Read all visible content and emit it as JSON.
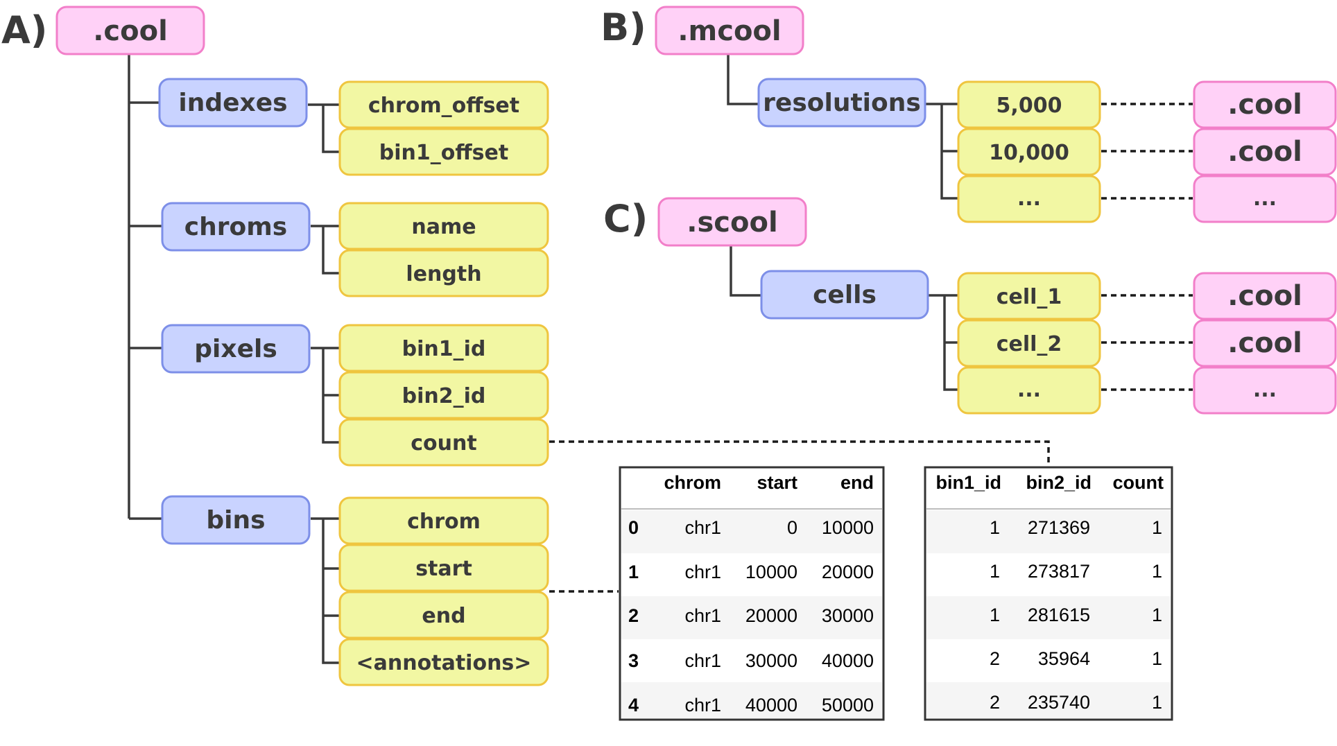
{
  "colors": {
    "root": "#ffd1f7",
    "root_stroke": "#f27fc9",
    "group": "#c9d3ff",
    "group_stroke": "#7d8fe8",
    "leaf": "#f2f7a3",
    "leaf_stroke": "#efc53f",
    "line": "#3a3a3a"
  },
  "panel_a": {
    "label": "A)",
    "root": ".cool",
    "groups": [
      {
        "name": "indexes",
        "fields": [
          "chrom_offset",
          "bin1_offset"
        ]
      },
      {
        "name": "chroms",
        "fields": [
          "name",
          "length"
        ]
      },
      {
        "name": "pixels",
        "fields": [
          "bin1_id",
          "bin2_id",
          "count"
        ]
      },
      {
        "name": "bins",
        "fields": [
          "chrom",
          "start",
          "end",
          "<annotations>"
        ]
      }
    ]
  },
  "panel_b": {
    "label": "B)",
    "root": ".mcool",
    "group": "resolutions",
    "items": [
      "5,000",
      "10,000",
      "..."
    ],
    "targets": [
      ".cool",
      ".cool",
      "..."
    ]
  },
  "panel_c": {
    "label": "C)",
    "root": ".scool",
    "group": "cells",
    "items": [
      "cell_1",
      "cell_2",
      "..."
    ],
    "targets": [
      ".cool",
      ".cool",
      "..."
    ]
  },
  "bins_table": {
    "columns": [
      "chrom",
      "start",
      "end"
    ],
    "rows": [
      {
        "index": "0",
        "chrom": "chr1",
        "start": "0",
        "end": "10000"
      },
      {
        "index": "1",
        "chrom": "chr1",
        "start": "10000",
        "end": "20000"
      },
      {
        "index": "2",
        "chrom": "chr1",
        "start": "20000",
        "end": "30000"
      },
      {
        "index": "3",
        "chrom": "chr1",
        "start": "30000",
        "end": "40000"
      },
      {
        "index": "4",
        "chrom": "chr1",
        "start": "40000",
        "end": "50000"
      }
    ]
  },
  "pixels_table": {
    "columns": [
      "bin1_id",
      "bin2_id",
      "count"
    ],
    "rows": [
      {
        "bin1_id": "1",
        "bin2_id": "271369",
        "count": "1"
      },
      {
        "bin1_id": "1",
        "bin2_id": "273817",
        "count": "1"
      },
      {
        "bin1_id": "1",
        "bin2_id": "281615",
        "count": "1"
      },
      {
        "bin1_id": "2",
        "bin2_id": "35964",
        "count": "1"
      },
      {
        "bin1_id": "2",
        "bin2_id": "235740",
        "count": "1"
      }
    ]
  }
}
